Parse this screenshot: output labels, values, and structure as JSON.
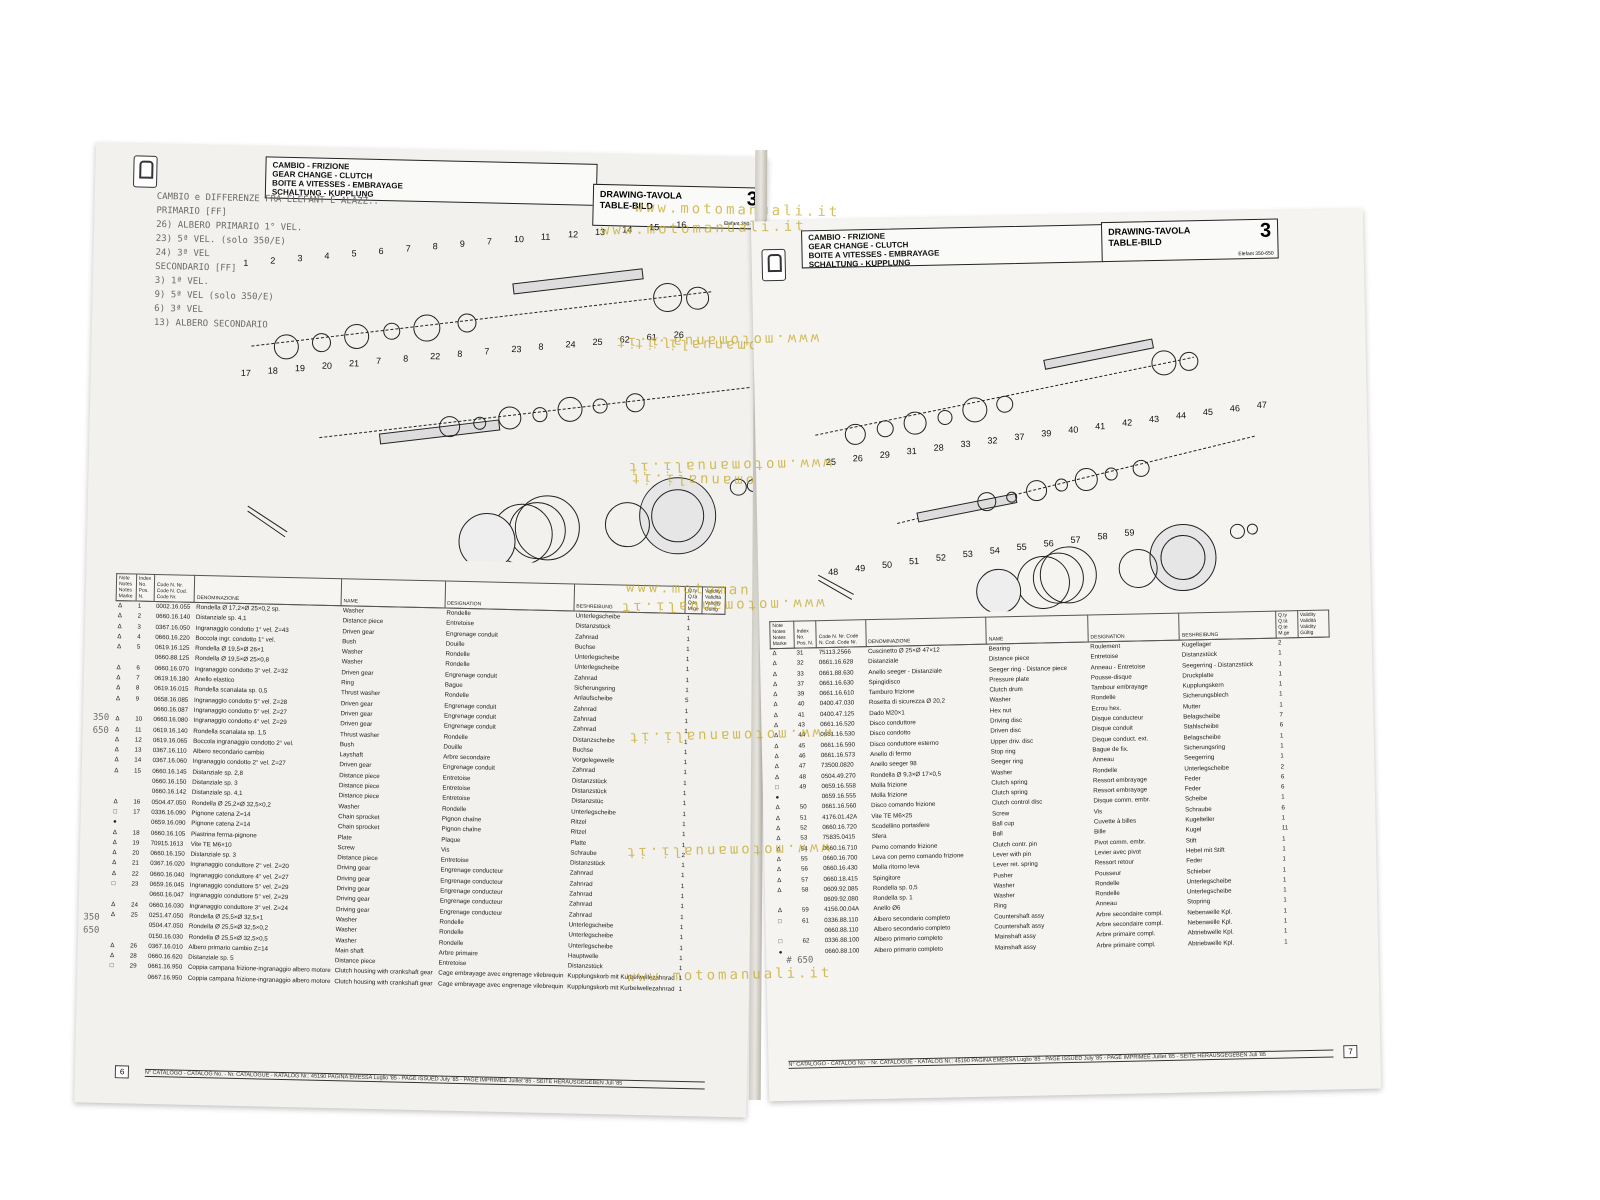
{
  "header": {
    "titles": [
      "CAMBIO - FRIZIONE",
      "GEAR CHANGE - CLUTCH",
      "BOITE A VITESSES - EMBRAYAGE",
      "SCHALTUNG - KUPPLUNG"
    ],
    "drawing_label": "DRAWING-TAVOLA",
    "table_label": "TABLE-BILD",
    "drawing_number": "3",
    "model": "Elefant 350-650"
  },
  "watermark": "www.motomanuali.it",
  "columns": [
    "Note Notes Notes Marke",
    "Index No. Pos. N.",
    "Code N. Nr. Code N. Cod. Code Nr.",
    "DENOMINAZIONE",
    "NAME",
    "DESIGNATION",
    "BESHREIBUNG",
    "Q.ty Q.tà Q.te M.ge",
    "Validity Validità Validity Gültig"
  ],
  "left_rows": [
    [
      "Δ",
      "1",
      "0002.16.055",
      "Rondella Ø 17,2×Ø 25×0,2 sp.",
      "Washer",
      "Rondelle",
      "Unterlegscheibe",
      "1"
    ],
    [
      "Δ",
      "2",
      "0660.16.140",
      "Distanziale sp. 4,1",
      "Distance piece",
      "Entretoise",
      "Distanzstück",
      "1"
    ],
    [
      "Δ",
      "3",
      "0367.16.050",
      "Ingranaggio condotto 1° vel. Z=43",
      "Driven gear",
      "Engrenage conduit",
      "Zahnrad",
      "1"
    ],
    [
      "Δ",
      "4",
      "0660.16.220",
      "Boccola ingr. condotto 1° vel.",
      "Bush",
      "Douille",
      "Buchse",
      "1"
    ],
    [
      "Δ",
      "5",
      "0619.16.125",
      "Rondella Ø 19,5×Ø 26×1",
      "Washer",
      "Rondelle",
      "Unterlegscheibe",
      "1"
    ],
    [
      "",
      "",
      "0660.88.125",
      "Rondella Ø 19,5×Ø 25×0,8",
      "Washer",
      "Rondelle",
      "Unterlegscheibe",
      "1"
    ],
    [
      "Δ",
      "6",
      "0660.16.070",
      "Ingranaggio condotto 3° vel. Z=32",
      "Driven gear",
      "Engrenage conduit",
      "Zahnrad",
      "1"
    ],
    [
      "Δ",
      "7",
      "0619.16.180",
      "Anello elastico",
      "Ring",
      "Bague",
      "Sicherungsring",
      "1"
    ],
    [
      "Δ",
      "8",
      "0619.16.015",
      "Rondella scanalata sp. 0,5",
      "Thrust washer",
      "Rondelle",
      "Anlaufscheibe",
      "5"
    ],
    [
      "Δ",
      "9",
      "0658.16.085",
      "Ingranaggio condotto 5° vel. Z=28",
      "Driven gear",
      "Engrenage conduit",
      "Zahnrad",
      "1"
    ],
    [
      "",
      "",
      "0660.16.087",
      "Ingranaggio condotto 5° vel. Z=27",
      "Driven gear",
      "Engrenage conduit",
      "Zahnrad",
      "1"
    ],
    [
      "Δ",
      "10",
      "0660.16.080",
      "Ingranaggio condotto 4° vel. Z=29",
      "Driven gear",
      "Engrenage conduit",
      "Zahnrad",
      "1"
    ],
    [
      "Δ",
      "11",
      "0619.16.140",
      "Rondella scanalata sp. 1,5",
      "Thrust washer",
      "Rondelle",
      "Distanzscheibe",
      "1"
    ],
    [
      "Δ",
      "12",
      "0619.16.065",
      "Boccola ingranaggio condotto 2° vel.",
      "Bush",
      "Douille",
      "Buchse",
      "1"
    ],
    [
      "Δ",
      "13",
      "0367.16.110",
      "Albero secondario cambio",
      "Layshaft",
      "Arbre secondaire",
      "Vorgelegewelle",
      "1"
    ],
    [
      "Δ",
      "14",
      "0367.16.060",
      "Ingranaggio condotto 2° vel. Z=27",
      "Driven gear",
      "Engrenage conduit",
      "Zahnrad",
      "1"
    ],
    [
      "Δ",
      "15",
      "0660.16.145",
      "Distanziale sp. 2,8",
      "Distance piece",
      "Entretoise",
      "Distanzstück",
      "1"
    ],
    [
      "",
      "",
      "0660.16.150",
      "Distanziale sp. 3",
      "Distance piece",
      "Entretoise",
      "Distanzstück",
      "1"
    ],
    [
      "",
      "",
      "0660.16.142",
      "Distanziale sp. 4,1",
      "Distance piece",
      "Entretoise",
      "Distanzstüc",
      "1"
    ],
    [
      "Δ",
      "16",
      "0504.47.050",
      "Rondella Ø 25,2×Ø 32,5×0,2",
      "Washer",
      "Rondelle",
      "Unterlegscheibe",
      "1"
    ],
    [
      "□",
      "17",
      "0336.16.090",
      "Pignone catena Z=14",
      "Chain sprocket",
      "Pignon chaîne",
      "Ritzel",
      "1"
    ],
    [
      "●",
      "",
      "0659.16.090",
      "Pignone catena Z=14",
      "Chain sprocket",
      "Pignon chaîne",
      "Ritzel",
      "1"
    ],
    [
      "Δ",
      "18",
      "0660.16.105",
      "Piastrina ferma-pignone",
      "Plate",
      "Plaque",
      "Platte",
      "1"
    ],
    [
      "Δ",
      "19",
      "70915.1613",
      "Vite TE M6×10",
      "Screw",
      "Vis",
      "Schraube",
      "2"
    ],
    [
      "Δ",
      "20",
      "0660.16.150",
      "Distanziale sp. 3",
      "Distance piece",
      "Entretoise",
      "Distanzstück",
      "1"
    ],
    [
      "Δ",
      "21",
      "0367.16.020",
      "Ingranaggio conduttore 2° vel. Z=20",
      "Driving gear",
      "Engrenage conducteur",
      "Zahnrad",
      "1"
    ],
    [
      "Δ",
      "22",
      "0660.16.040",
      "Ingranaggio conduttore 4° vel. Z=27",
      "Driving gear",
      "Engrenage conducteur",
      "Zahnrad",
      "1"
    ],
    [
      "□",
      "23",
      "0659.16.045",
      "Ingranaggio conduttore 5° vel. Z=29",
      "Driving gear",
      "Engrenage conducteur",
      "Zahnrad",
      "1"
    ],
    [
      "",
      "",
      "0660.16.047",
      "Ingranaggio conduttore 5° vel. Z=29",
      "Driving gear",
      "Engrenage conducteur",
      "Zahnrad",
      "1"
    ],
    [
      "Δ",
      "24",
      "0660.16.030",
      "Ingranaggio conduttore 3° vel. Z=24",
      "Driving gear",
      "Engrenage conducteur",
      "Zahnrad",
      "1"
    ],
    [
      "Δ",
      "25",
      "0251.47.050",
      "Rondella Ø 25,5×Ø 32,5×1",
      "Washer",
      "Rondelle",
      "Unterlegscheibe",
      "1"
    ],
    [
      "",
      "",
      "0504.47.050",
      "Rondella Ø 25,5×Ø 32,5×0,2",
      "Washer",
      "Rondelle",
      "Unterlegscheibe",
      "1"
    ],
    [
      "",
      "",
      "0150.16.030",
      "Rondella Ø 25,5×Ø 32,5×0,5",
      "Washer",
      "Rondelle",
      "Unterlegscheibe",
      "1"
    ],
    [
      "Δ",
      "26",
      "0367.16.010",
      "Albero primario cambio Z=14",
      "Main shaft",
      "Arbre primaire",
      "Hauptwelle",
      "1"
    ],
    [
      "Δ",
      "28",
      "0660.16.620",
      "Distanziale sp. 5",
      "Distance piece",
      "Entretoise",
      "Distanzstück",
      "1"
    ],
    [
      "□",
      "29",
      "0661.16.950",
      "Coppia campana frizione-ingranaggio albero motore",
      "Clutch housing with crankshaft gear",
      "Cage embrayage avec engrenage vilebrequin",
      "Kupplungskorb mit Kurbelwellezahnrad",
      "1"
    ],
    [
      "",
      "",
      "0667.16.950",
      "Coppia campana frizione-ingranaggio albero motore",
      "Clutch housing with crankshaft gear",
      "Cage embrayage avec engrenage vilebrequin",
      "Kupplungskorb mit Kurbelwellezahnrad",
      "1"
    ]
  ],
  "right_rows": [
    [
      "Δ",
      "31",
      "75113.2566",
      "Cuscinetto Ø 25×Ø 47×12",
      "Bearing",
      "Roulement",
      "Kugellager",
      "2"
    ],
    [
      "Δ",
      "32",
      "0661.16.628",
      "Distanziale",
      "Distance piece",
      "Entretoise",
      "Distanzstück",
      "1"
    ],
    [
      "Δ",
      "33",
      "0661.88.630",
      "Anello seeger - Distanziale",
      "Seeger ring - Distance piece",
      "Anneau - Entretoise",
      "Seegerring - Distanzstück",
      "1"
    ],
    [
      "Δ",
      "37",
      "0661.16.630",
      "Spingidisco",
      "Pressure plate",
      "Pousse-disque",
      "Druckplatte",
      "1"
    ],
    [
      "Δ",
      "39",
      "0661.16.610",
      "Tamburo frizione",
      "Clutch drum",
      "Tambour embrayage",
      "Kupplungskern",
      "1"
    ],
    [
      "Δ",
      "40",
      "0400.47.030",
      "Rosetta di sicurezza Ø 20,2",
      "Washer",
      "Rondelle",
      "Sicherungsblech",
      "1"
    ],
    [
      "Δ",
      "41",
      "0400.47.125",
      "Dado M20×1",
      "Hex nut",
      "Ecrou hex.",
      "Mutter",
      "1"
    ],
    [
      "Δ",
      "43",
      "0661.16.520",
      "Disco conduttore",
      "Driving disc",
      "Disque conducteur",
      "Belagscheibe",
      "7"
    ],
    [
      "Δ",
      "44",
      "0661.16.530",
      "Disco condotto",
      "Driven disc",
      "Disque conduit",
      "Stahlscheibe",
      "6"
    ],
    [
      "Δ",
      "45",
      "0661.16.590",
      "Disco conduttore esterno",
      "Upper driv. disc",
      "Disque conduct. ext.",
      "Belagscheibe",
      "1"
    ],
    [
      "Δ",
      "46",
      "0661.16.573",
      "Anello di fermo",
      "Stop ring",
      "Bague de fix.",
      "Sicherungsring",
      "1"
    ],
    [
      "Δ",
      "47",
      "73500.0820",
      "Anello seeger 98",
      "Seeger ring",
      "Anneau",
      "Seegerring",
      "1"
    ],
    [
      "Δ",
      "48",
      "0504.49.270",
      "Rondella Ø 9,3×Ø 17×0,5",
      "Washer",
      "Rondelle",
      "Unterlegscheibe",
      "2"
    ],
    [
      "□",
      "49",
      "0659.16.558",
      "Molla frizione",
      "Clutch spring",
      "Ressort embrayage",
      "Feder",
      "6"
    ],
    [
      "●",
      "",
      "0659.16.555",
      "Molla frizione",
      "Clutch spring",
      "Ressort embrayage",
      "Feder",
      "6"
    ],
    [
      "Δ",
      "50",
      "0661.16.560",
      "Disco comando frizione",
      "Clutch control disc",
      "Disque comm. embr.",
      "Scheibe",
      "1"
    ],
    [
      "Δ",
      "51",
      "4176.01.42A",
      "Vite TE M6×25",
      "Screw",
      "Vis",
      "Schraube",
      "6"
    ],
    [
      "Δ",
      "52",
      "0660.16.720",
      "Scodellino portasfere",
      "Ball cup",
      "Cuvette à billes",
      "Kugelteller",
      "1"
    ],
    [
      "Δ",
      "53",
      "75835.0415",
      "Sfera",
      "Ball",
      "Bille",
      "Kugel",
      "11"
    ],
    [
      "Δ",
      "54",
      "0660.16.710",
      "Perno comando frizione",
      "Clutch contr. pin",
      "Pivot comm. embr.",
      "Stift",
      "1"
    ],
    [
      "Δ",
      "55",
      "0660.16.700",
      "Leva con perno comando frizione",
      "Lever with pin",
      "Levier avec pivot",
      "Hebel mit Stift",
      "1"
    ],
    [
      "Δ",
      "56",
      "0660.16.430",
      "Molla ritorno leva",
      "Lever ret. spring",
      "Ressort retour",
      "Feder",
      "1"
    ],
    [
      "Δ",
      "57",
      "0660.18.415",
      "Spingitore",
      "Pusher",
      "Pousseur",
      "Schieber",
      "1"
    ],
    [
      "Δ",
      "58",
      "0609.92.085",
      "Rondella sp. 0,5",
      "Washer",
      "Rondelle",
      "Unterlegscheibe",
      "1"
    ],
    [
      "",
      "",
      "0609.92.080",
      "Rondella sp. 1",
      "Washer",
      "Rondelle",
      "Unterlegscheibe",
      "1"
    ],
    [
      "Δ",
      "59",
      "4156.00.04A",
      "Anello Ø6",
      "Ring",
      "Anneau",
      "Stopring",
      "1"
    ],
    [
      "□",
      "61",
      "0336.88.110",
      "Albero secondario completo",
      "Countershaft assy",
      "Arbre secondaire compl.",
      "Nebenwelle Kpl.",
      "1"
    ],
    [
      "",
      "",
      "0660.88.110",
      "Albero secondario completo",
      "Countershaft assy",
      "Arbre secondaire compl.",
      "Nebenwelle Kpl.",
      "1"
    ],
    [
      "□",
      "62",
      "0336.88.100",
      "Albero primario completo",
      "Mainshaft assy",
      "Arbre primaire compl.",
      "Abtriebwelle Kpl.",
      "1"
    ],
    [
      "●",
      "",
      "0660.88.100",
      "Albero primario completo",
      "Mainshaft assy",
      "Arbre primaire compl.",
      "Abtriebwelle Kpl.",
      "1"
    ]
  ],
  "footer_text": "N° CATALOGO - CATALOG No. - Nr. CATALOGUE - KATALOG Nr.: 45190 PAGINA EMESSA Luglio '85 - PAGE ISSUED July '85 - PAGE IMPRIMEE Juillet '85 - SEITE HERAUSGEGEBEN Juli '85",
  "left_page_number": "6",
  "right_page_number": "7",
  "callouts_top": [
    "1",
    "2",
    "3",
    "4",
    "5",
    "6",
    "7",
    "8",
    "9",
    "7",
    "10",
    "11",
    "12",
    "13",
    "14",
    "15",
    "16",
    "17",
    "18",
    "19",
    "20",
    "21",
    "7",
    "8",
    "22",
    "8",
    "7",
    "23",
    "8",
    "24",
    "25",
    "62",
    "61",
    "26"
  ],
  "callouts_bottom": [
    "25",
    "26",
    "29",
    "31",
    "28",
    "33",
    "32",
    "37",
    "39",
    "40",
    "41",
    "42",
    "43",
    "44",
    "45",
    "46",
    "47",
    "48",
    "49",
    "50",
    "51",
    "52",
    "53",
    "54",
    "55",
    "56",
    "57",
    "58",
    "59"
  ],
  "handwriting": {
    "left_notes": [
      "CAMBIO e DIFFERENZE FRA ELEFANT E ALAZZ..",
      "PRIMARIO [FF]",
      "26) ALBERO PRIMARIO 1° VEL.",
      "23) 5ª VEL. (solo 350/E)",
      "24) 3ª VEL",
      "SECONDARIO [FF]",
      "3) 1ª VEL.",
      "9) 5ª VEL (solo 350/E)",
      "6) 3ª VEL",
      "13) ALBERO SECONDARIO"
    ],
    "margin_350": "350",
    "margin_650": "650",
    "note_650": "# 650"
  }
}
